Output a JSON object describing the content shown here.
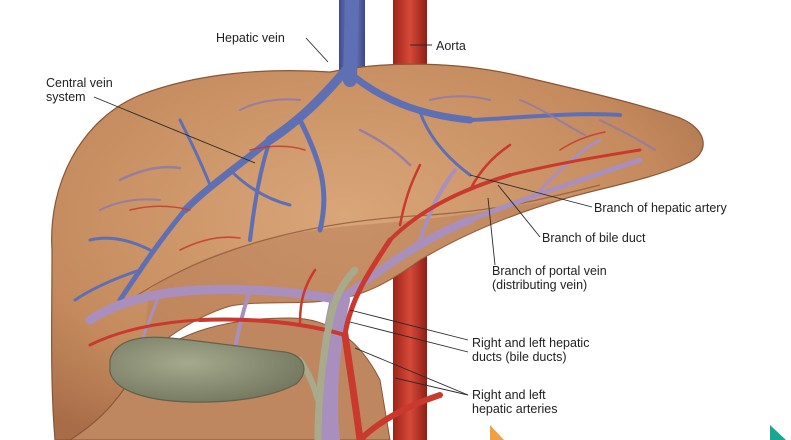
{
  "labels": {
    "hepatic_vein": "Hepatic vein",
    "aorta": "Aorta",
    "central_vein_system": [
      "Central vein",
      "system"
    ],
    "branch_hepatic_artery": "Branch of hepatic artery",
    "branch_bile_duct": "Branch of bile duct",
    "branch_portal_vein": [
      "Branch of portal vein",
      "(distributing vein)"
    ],
    "hepatic_ducts": [
      "Right and left hepatic",
      "ducts (bile ducts)"
    ],
    "hepatic_arteries": [
      "Right and left",
      "hepatic arteries"
    ]
  },
  "colors": {
    "liver": "#c98f63",
    "liver_shadow": "#a86d48",
    "vein_blue": "#5f6fb3",
    "artery_red": "#c9392d",
    "portal_lilac": "#a98fbd",
    "gallbladder": "#8f9378",
    "bile_duct": "#a8aa8c",
    "corner_orange": "#f0a040",
    "corner_teal": "#1aa692"
  }
}
